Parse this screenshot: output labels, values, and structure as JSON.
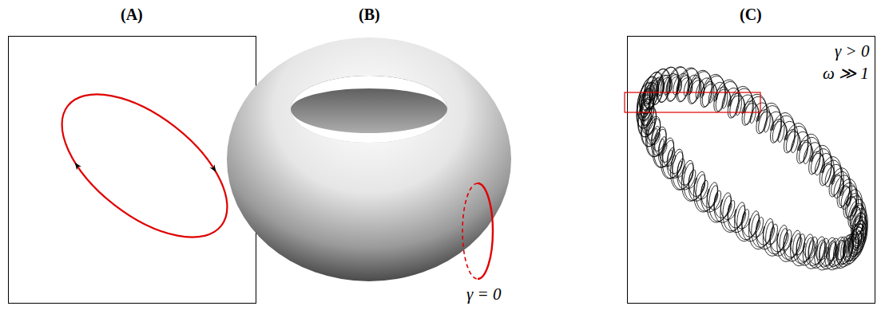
{
  "diagram": {
    "labels": [
      "(A)",
      "(B)",
      "(C)",
      "γ = 0",
      "γ > 0",
      "ω ≫ 1"
    ]
  }
}
